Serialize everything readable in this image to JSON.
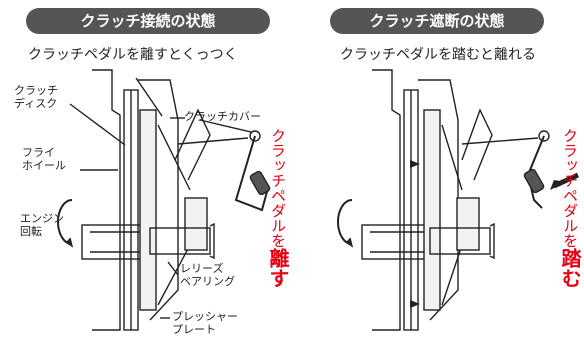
{
  "left": {
    "title": "クラッチ接続の状態",
    "subtitle": "クラッチペダルを離すとくっつく",
    "labels": {
      "clutch_disc_1": "クラッチ",
      "clutch_disc_2": "ディスク",
      "clutch_cover": "クラッチカバー",
      "flywheel_1": "フライ",
      "flywheel_2": "ホイール",
      "engine_rotation_1": "エンジン",
      "engine_rotation_2": "回転",
      "release_bearing_1": "レリーズ",
      "release_bearing_2": "ベアリング",
      "pressure_plate_1": "プレッシャー",
      "pressure_plate_2": "プレート"
    },
    "action_text": "クラッチペダルを",
    "action_emphasis": "離す"
  },
  "right": {
    "title": "クラッチ遮断の状態",
    "subtitle": "クラッチペダルを踏むと離れる",
    "action_text": "クラッチペダルを",
    "action_emphasis": "踏む"
  },
  "colors": {
    "title_bg": "#555555",
    "accent_red": "#e60012"
  }
}
